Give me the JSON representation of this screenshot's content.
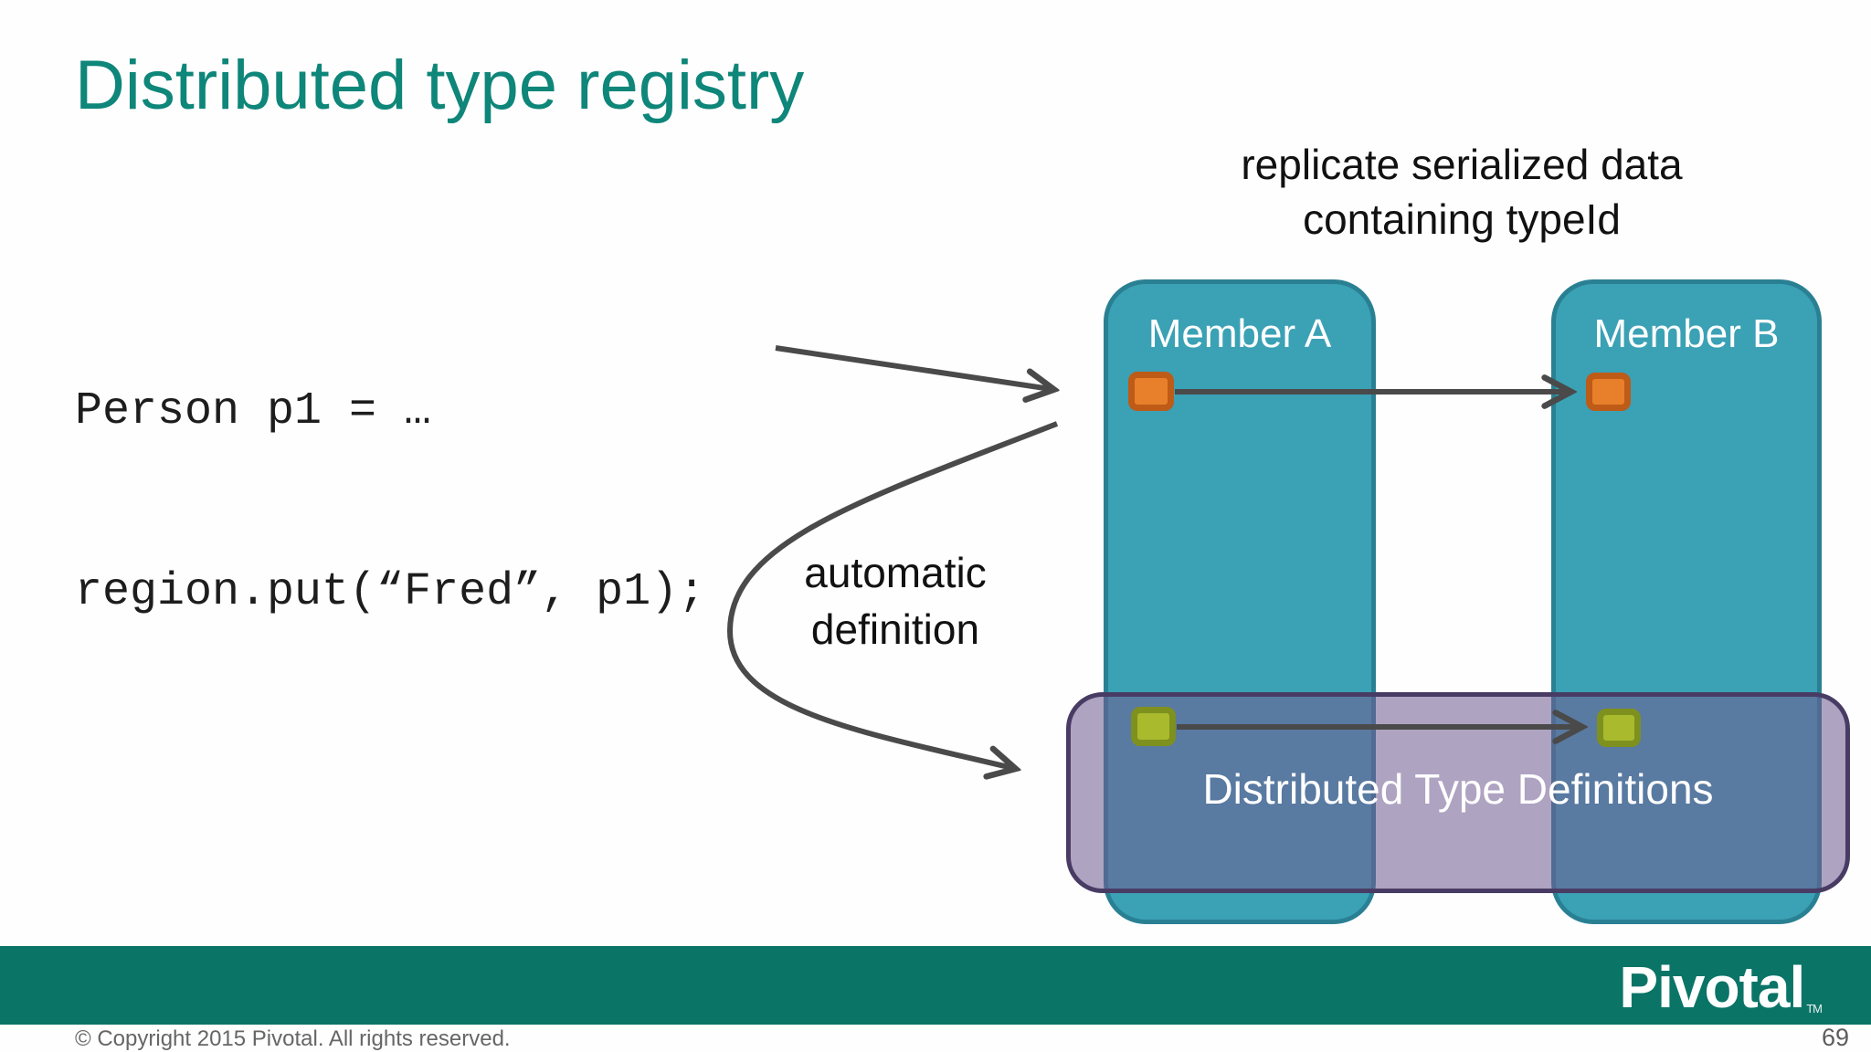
{
  "slide": {
    "title": "Distributed type registry",
    "code": {
      "line1": "Person p1 = …",
      "line2": "region.put(“Fred”, p1);"
    },
    "annotations": {
      "replicate_line1": "replicate serialized data",
      "replicate_line2": "containing typeId",
      "automatic_line1": "automatic",
      "automatic_line2": "definition"
    },
    "diagram": {
      "member_a_label": "Member A",
      "member_b_label": "Member B",
      "band_label": "Distributed Type Definitions",
      "markers": {
        "orange_marker": "serialized-data-entry",
        "green_marker": "type-definition-entry"
      }
    },
    "footer": {
      "copyright": "© Copyright 2015 Pivotal. All rights reserved.",
      "page_number": "69",
      "logo_text": "Pivotal",
      "logo_tm": "TM"
    },
    "colors": {
      "title_teal": "#0E8679",
      "member_fill": "#3BA1B5",
      "member_border": "#2A8093",
      "band_fill": "rgba(112,91,146,0.56)",
      "band_border": "#483C64",
      "orange_fill": "#E8802B",
      "orange_border": "#BE5B17",
      "green_fill": "#A9BA2D",
      "green_border": "#7E901E",
      "arrow_gray": "#4A4A4A",
      "footer_bar_teal": "#0A7467",
      "footer_text_gray": "#666666"
    }
  }
}
